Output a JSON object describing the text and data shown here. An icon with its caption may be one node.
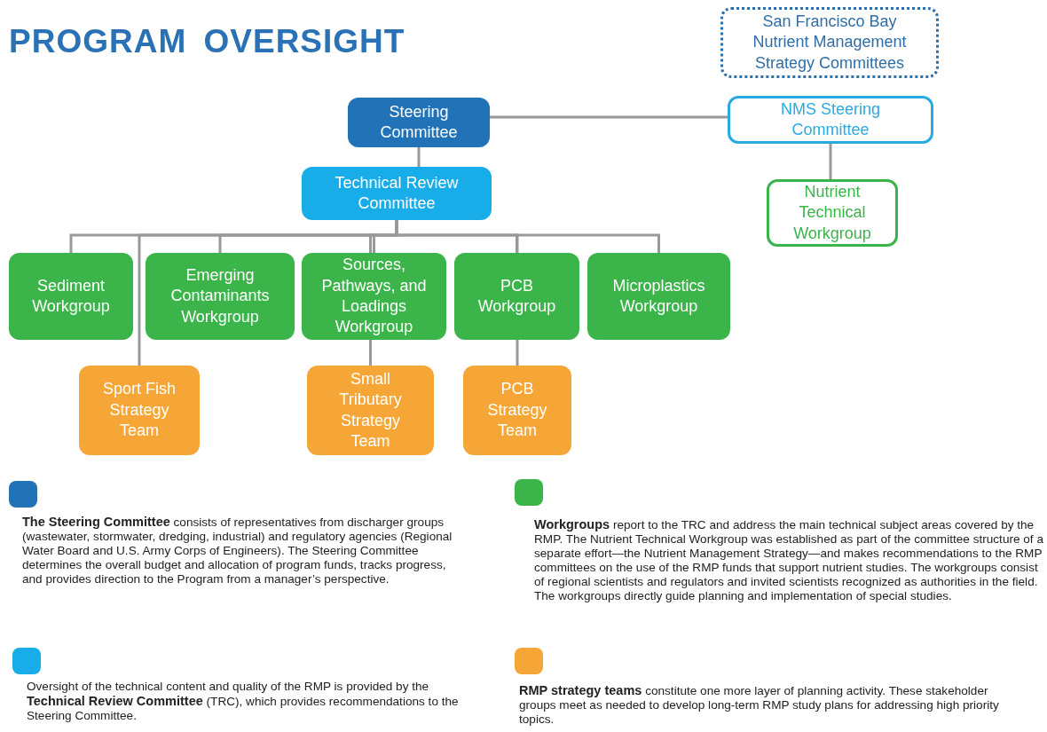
{
  "diagram": {
    "title": "PROGRAM OVERSIGHT",
    "nodes": [
      {
        "text": [
          "San Francisco Bay Nutrient Management Strategy Committees"
        ]
      },
      {
        "text": [
          "Steering Committee"
        ]
      },
      {
        "text": [
          "NMS Steering Committee"
        ]
      },
      {
        "text": [
          "Technical Review Committee"
        ]
      },
      {
        "text": [
          "Nutrient Technical Workgroup"
        ]
      },
      {
        "text": [
          "Sediment Workgroup"
        ]
      },
      {
        "text": [
          "Emerging Contaminants Workgroup"
        ]
      },
      {
        "text": [
          "Sources, Pathways, and Loadings Workgroup"
        ]
      },
      {
        "text": [
          "PCB Workgroup"
        ]
      },
      {
        "text": [
          "Microplastics Workgroup"
        ]
      },
      {
        "text": [
          "Sport Fish Strategy Team"
        ]
      },
      {
        "text": [
          "Small Tributary Strategy Team"
        ]
      },
      {
        "text": [
          "PCB Strategy Team"
        ]
      }
    ],
    "edges": [
      {
        "from": 1,
        "to": 2,
        "arrow": "none"
      },
      {
        "from": 2,
        "to": 4,
        "arrow": "none"
      },
      {
        "from": 1,
        "to": 3,
        "arrow": "none"
      },
      {
        "from": 3,
        "to": 5,
        "arrow": "none"
      },
      {
        "from": 3,
        "to": 10,
        "arrow": "none"
      },
      {
        "from": 3,
        "to": 6,
        "arrow": "none"
      },
      {
        "from": 3,
        "to": 7,
        "arrow": "none"
      },
      {
        "from": 3,
        "to": 8,
        "arrow": "none"
      },
      {
        "from": 3,
        "to": 9,
        "arrow": "none"
      },
      {
        "from": 7,
        "to": 11,
        "arrow": "none"
      },
      {
        "from": 8,
        "to": 12,
        "arrow": "none"
      }
    ],
    "legend": [
      {
        "text": "**The Steering Committee** consists of representatives from discharger groups (wastewater, stormwater, dredging, industrial) and regulatory agencies (Regional Water Board and U.S. Army Corps of Engineers). The Steering Committee determines the overall budget and allocation of program funds, tracks progress, and provides direction to the Program from a manager’s perspective.",
        "color": "#2272b8"
      },
      {
        "text": "**Workgroups** report to the TRC and address the main technical subject areas covered by the RMP. The Nutrient Technical Workgroup was established as part of the committee structure of a separate effort—the Nutrient Management Strategy—and makes recommendations to the RMP committees on the use of the RMP funds that support nutrient studies. The workgroups consist of regional scientists and regulators and invited scientists recognized as authorities in the field. The workgroups directly guide planning and implementation of special studies.",
        "color": "#3bb44a"
      },
      {
        "text": "Oversight of the technical content and quality of the RMP is provided by the **Technical Review Committee** (TRC), which provides recommendations to the Steering Committee.",
        "color": "#18ade8"
      },
      {
        "text": "**RMP strategy teams** constitute one more layer of planning activity. These stakeholder groups meet as needed to develop long-term RMP study plans for addressing high priority topics.",
        "color": "#f6a636"
      }
    ]
  }
}
